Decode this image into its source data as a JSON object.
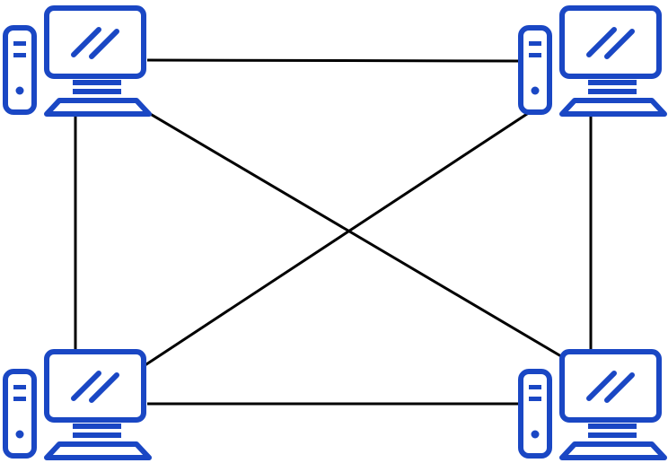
{
  "diagram": {
    "topology": "full mesh",
    "computers": [
      {
        "id": "top-left"
      },
      {
        "id": "top-right"
      },
      {
        "id": "bottom-left"
      },
      {
        "id": "bottom-right"
      }
    ],
    "links": [
      [
        "top-left",
        "top-right"
      ],
      [
        "top-left",
        "bottom-left"
      ],
      [
        "top-left",
        "bottom-right"
      ],
      [
        "top-right",
        "bottom-left"
      ],
      [
        "top-right",
        "bottom-right"
      ],
      [
        "bottom-left",
        "bottom-right"
      ]
    ],
    "colors": {
      "icon": "#1a47c4",
      "link": "#000000",
      "background": "#ffffff"
    },
    "icon": "desktop-computer-icon"
  }
}
